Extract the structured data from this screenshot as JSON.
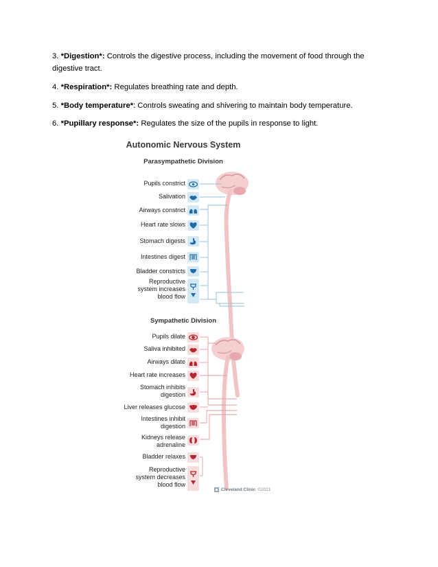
{
  "paragraphs": [
    {
      "num": "3.",
      "term": "*Digestion*:",
      "rest": " Controls the digestive process, including the movement of food through the digestive tract."
    },
    {
      "num": "4.",
      "term": "*Respiration*:",
      "rest": " Regulates breathing rate and depth."
    },
    {
      "num": "5.",
      "term": "*Body temperature*",
      "rest": ": Controls sweating and shivering to maintain body temperature."
    },
    {
      "num": "6.",
      "term": "*Pupillary response*:",
      "rest": " Regulates the size of the pupils in response to light."
    }
  ],
  "figure": {
    "title": "Autonomic Nervous System",
    "parasympathetic": {
      "heading": "Parasympathetic Division",
      "items": [
        {
          "label": "Pupils constrict",
          "icon": "eye-icon"
        },
        {
          "label": "Salivation",
          "icon": "lips-icon"
        },
        {
          "label": "Airways constrict",
          "icon": "lungs-icon"
        },
        {
          "label": "Heart rate slows",
          "icon": "heart-icon"
        },
        {
          "label": "Stomach digests",
          "icon": "stomach-icon"
        },
        {
          "label": "Intestines digest",
          "icon": "intestines-icon"
        },
        {
          "label": "Bladder constricts",
          "icon": "bladder-icon"
        },
        {
          "label": "Reproductive\nsystem increases\nblood flow",
          "icon": "reproductive-icon"
        }
      ]
    },
    "sympathetic": {
      "heading": "Sympathetic Division",
      "items": [
        {
          "label": "Pupils dilate",
          "icon": "eye-icon"
        },
        {
          "label": "Saliva inhibited",
          "icon": "lips-icon"
        },
        {
          "label": "Airways dilate",
          "icon": "lungs-icon"
        },
        {
          "label": "Heart rate increases",
          "icon": "heart-icon"
        },
        {
          "label": "Stomach inhibits\ndigestion",
          "icon": "stomach-icon"
        },
        {
          "label": "Liver releases glucose",
          "icon": "liver-icon"
        },
        {
          "label": "Intestines inhibit\ndigestion",
          "icon": "intestines-icon"
        },
        {
          "label": "Kidneys release\nadrenaline",
          "icon": "kidneys-icon"
        },
        {
          "label": "Bladder relaxes",
          "icon": "bladder-icon"
        },
        {
          "label": "Reproductive\nsystem decreases\nblood flow",
          "icon": "reproductive-icon"
        }
      ]
    },
    "credit_brand": "Cleveland Clinic",
    "credit_year": "©2021",
    "colors": {
      "para_accent": "#1f6aa8",
      "para_bg": "#d4e8f3",
      "symp_accent": "#b3262e",
      "symp_bg": "#f6dcdc",
      "spine": "#f0c4c4"
    }
  }
}
